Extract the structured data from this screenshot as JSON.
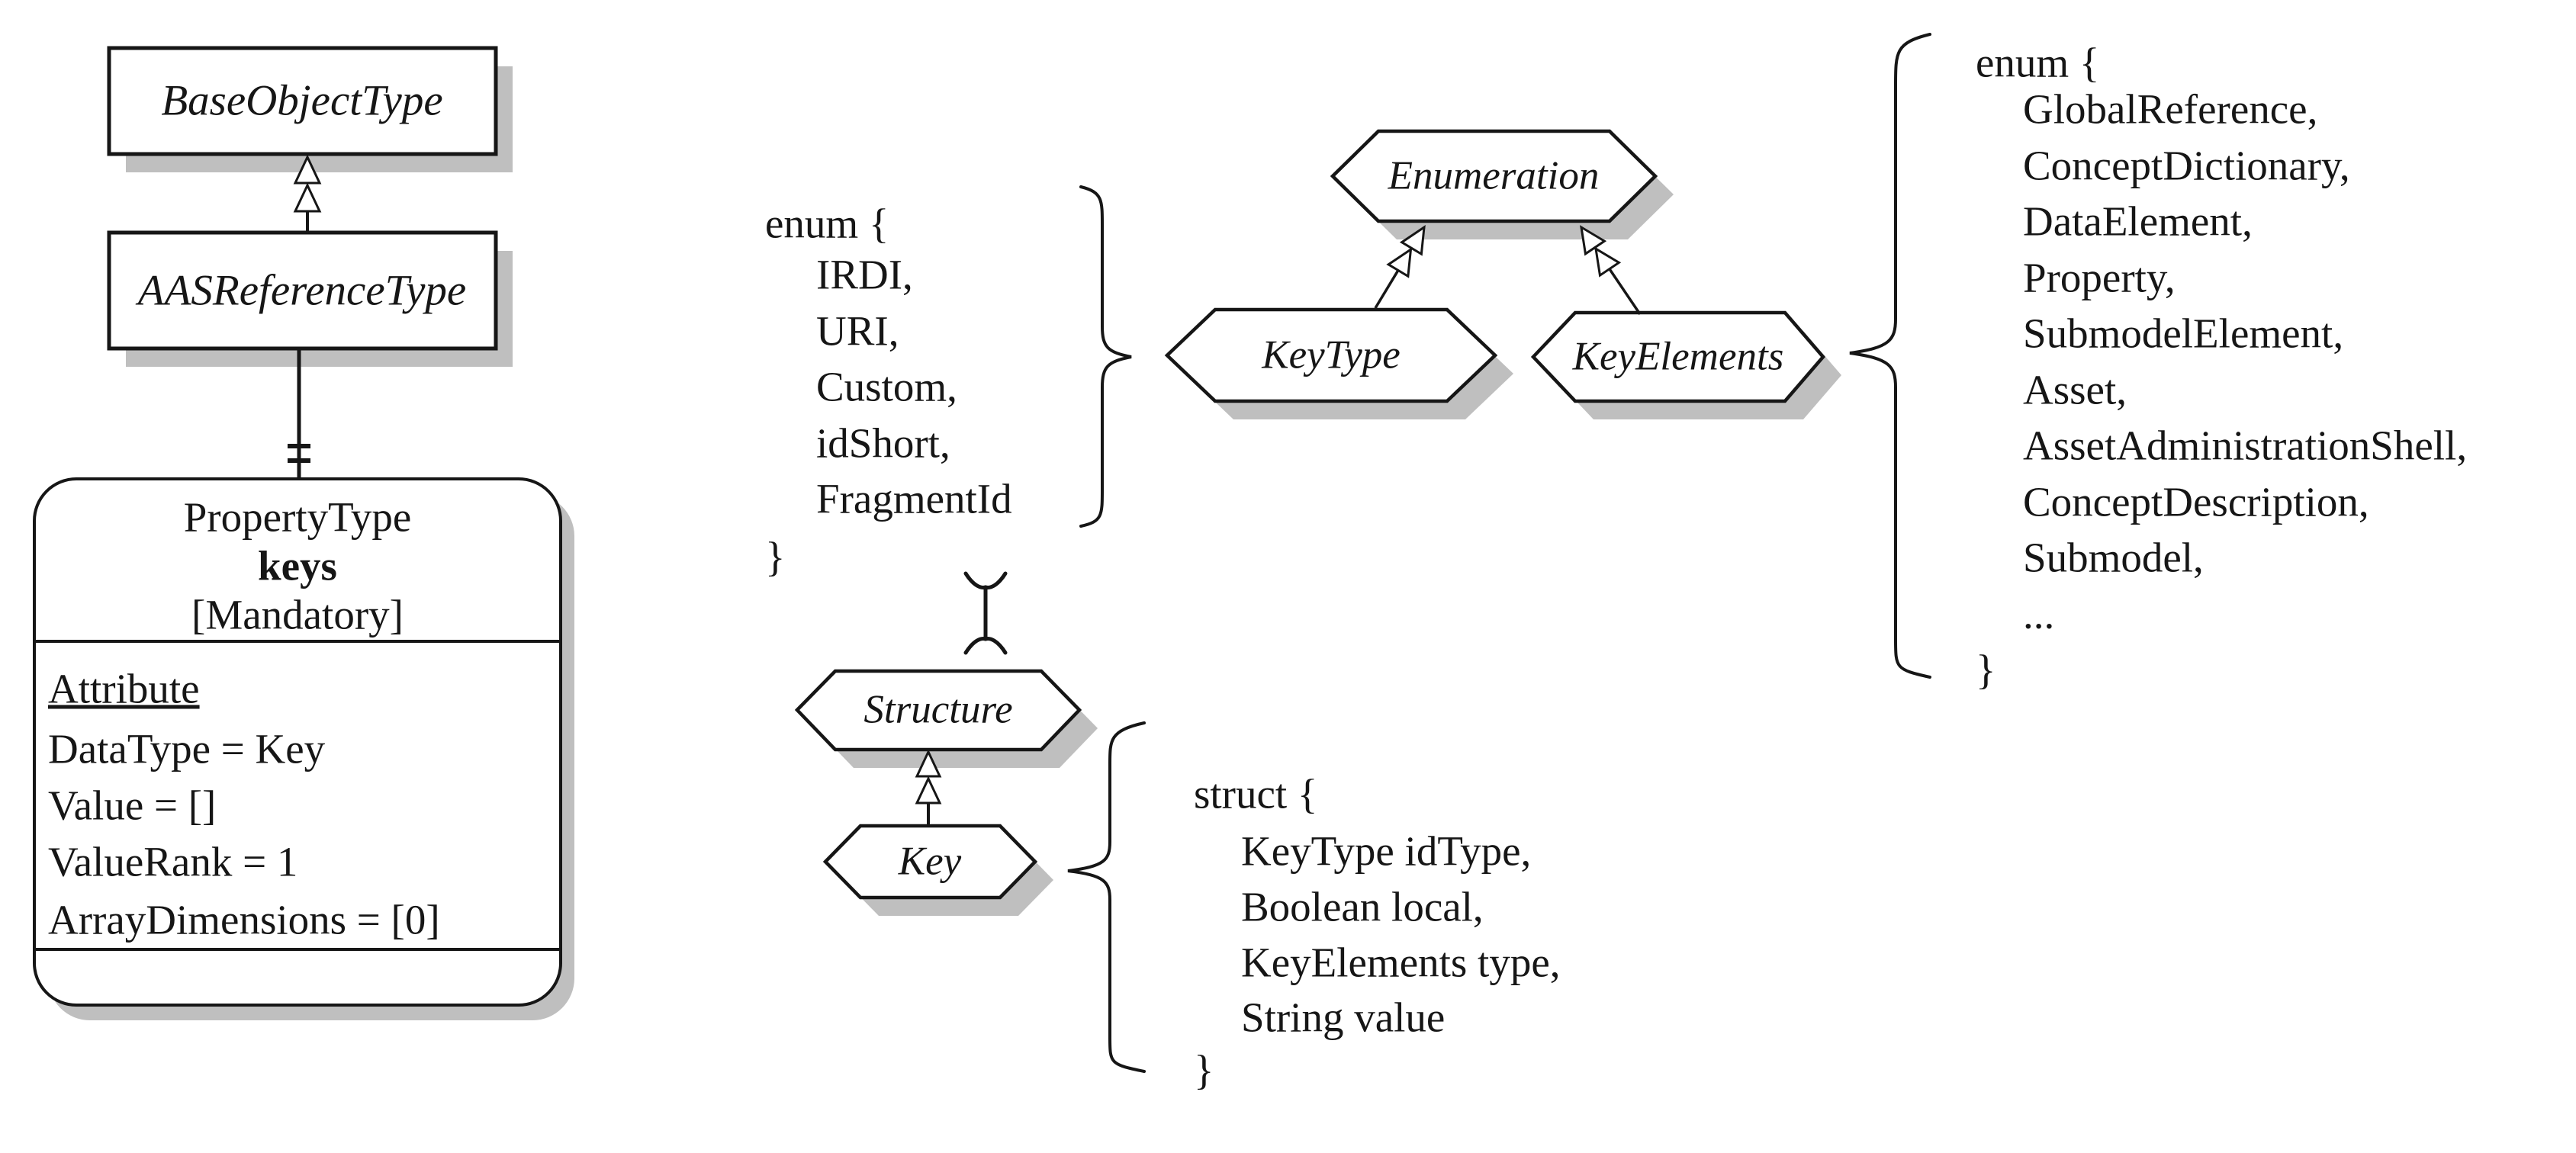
{
  "colors": {
    "ink": "#161616",
    "shadow": "#bfbfbf",
    "surface": "#ffffff",
    "background": "#ffffff"
  },
  "boxes": {
    "base_object_type": "BaseObjectType",
    "aas_reference_type": "AASReferenceType"
  },
  "property_box": {
    "type_name": "PropertyType",
    "browse_name": "keys",
    "modelling_rule": "[Mandatory]",
    "attr_header": "Attribute",
    "attrs": [
      "DataType = Key",
      "Value = []",
      "ValueRank = 1",
      "ArrayDimensions = [0]"
    ]
  },
  "hexagons": {
    "enumeration": "Enumeration",
    "key_type": "KeyType",
    "key_elements": "KeyElements",
    "structure": "Structure",
    "key": "Key"
  },
  "left_enum": {
    "open": "enum {",
    "items": [
      "IRDI,",
      "URI,",
      "Custom,",
      "idShort,",
      "FragmentId"
    ],
    "close": "}"
  },
  "right_enum": {
    "open": "enum {",
    "items": [
      "GlobalReference,",
      "ConceptDictionary,",
      "DataElement,",
      "Property,",
      "SubmodelElement,",
      "Asset,",
      "AssetAdministrationShell,",
      "ConceptDescription,",
      "Submodel,",
      "..."
    ],
    "close": "}"
  },
  "struct_block": {
    "open": "struct {",
    "items": [
      "KeyType idType,",
      "Boolean local,",
      "KeyElements type,",
      "String value"
    ],
    "close": "}"
  }
}
